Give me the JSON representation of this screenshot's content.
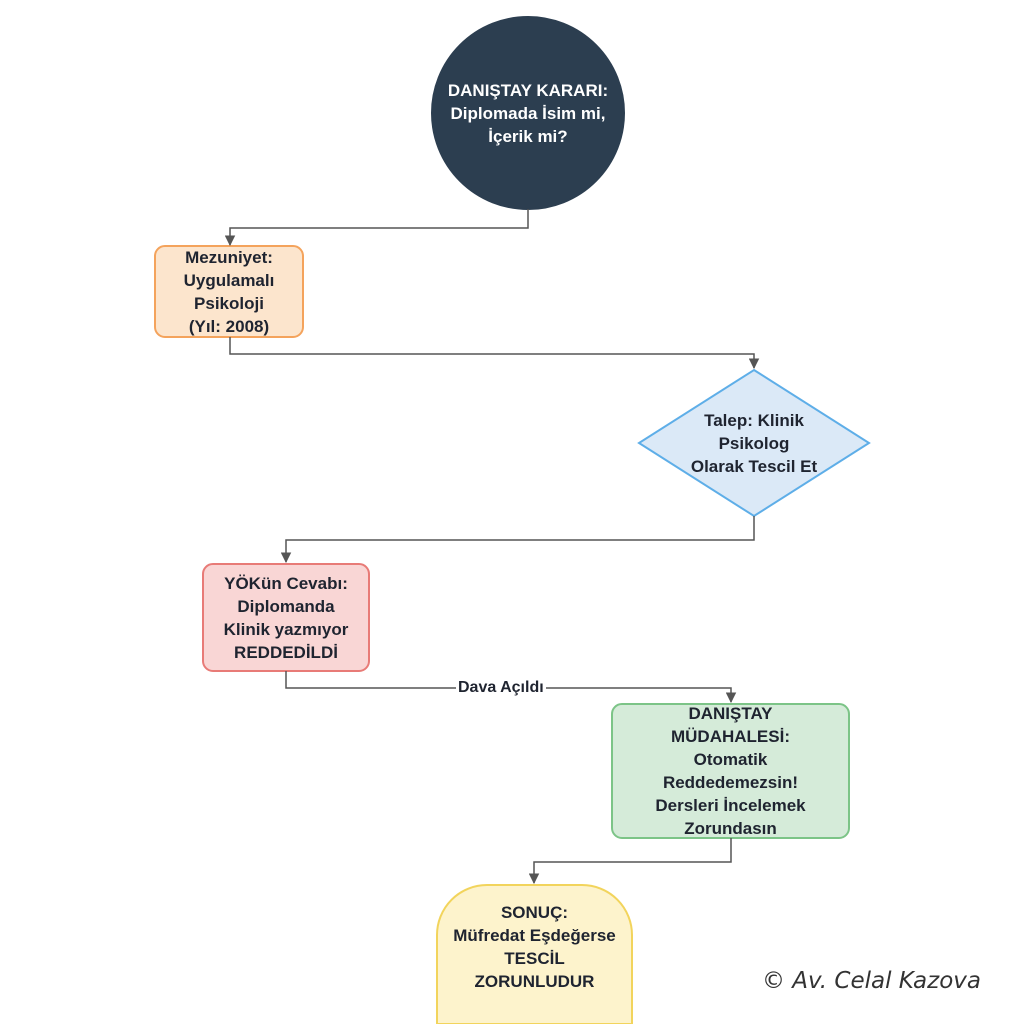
{
  "nodes": {
    "decision_title": {
      "lines": [
        "DANIŞTAY KARARI:",
        "Diplomada İsim mi,",
        "İçerik mi?"
      ],
      "fill": "#2c3e50",
      "stroke": "#2c3e50",
      "text_color": "#ffffff"
    },
    "graduation": {
      "lines": [
        "Mezuniyet:",
        "Uygulamalı",
        "Psikoloji",
        "(Yıl: 2008)"
      ],
      "fill": "#fce5cd",
      "stroke": "#f4a35c"
    },
    "request": {
      "lines": [
        "Talep: Klinik",
        "Psikolog",
        "Olarak Tescil Et"
      ],
      "fill": "#dbe9f7",
      "stroke": "#5eaee8"
    },
    "yok_response": {
      "lines": [
        "YÖKün Cevabı:",
        "Diplomanda",
        "Klinik yazmıyor",
        "REDDEDİLDİ"
      ],
      "fill": "#f9d6d5",
      "stroke": "#e87b77"
    },
    "council_intervention": {
      "lines": [
        "DANIŞTAY",
        "MÜDAHALESİ:",
        "Otomatik",
        "Reddedemezsin!",
        "Dersleri İncelemek",
        "Zorundasın"
      ],
      "fill": "#d5ebd9",
      "stroke": "#7cc487"
    },
    "result": {
      "lines": [
        "SONUÇ:",
        "Müfredat Eşdeğerse",
        "TESCİL",
        "ZORUNLUDUR"
      ],
      "fill": "#fdf3cc",
      "stroke": "#f2d45c"
    }
  },
  "edges": {
    "lawsuit_label": "Dava Açıldı",
    "line_color": "#555555"
  },
  "watermark": "© Av. Celal Kazova"
}
